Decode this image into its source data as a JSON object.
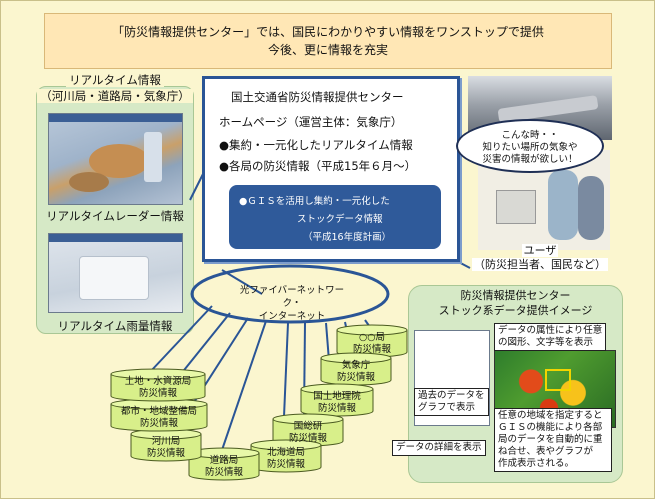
{
  "banner": {
    "line1": "「防災情報提供センター」では、国民にわかりやすい情報をワンストップで提供",
    "line2": "今後、更に情報を充実"
  },
  "realtime": {
    "title1": "リアルタイム情報",
    "title2": "（河川局・道路局・気象庁）",
    "radar_label": "リアルタイムレーダー情報",
    "rain_label": "リアルタイム雨量情報"
  },
  "center": {
    "title": "国土交通省防災情報提供センター",
    "homepage": "ホームページ（運営主体：気象庁）",
    "bullet1": "●集約・一元化したリアルタイム情報",
    "bullet2": "●各局の防災情報（平成15年６月〜）",
    "stock_line1": "●ＧＩＳを活用し集約・一元化した",
    "stock_line2": "ストックデータ情報",
    "stock_line3": "（平成16年度計画）"
  },
  "network": {
    "line1": "光ファイバーネットワーク・",
    "line2": "インターネット"
  },
  "user": {
    "bubble1": "こんな時・・",
    "bubble2": "知りたい場所の気象や",
    "bubble3": "災害の情報が欲しい！",
    "label1": "ユーザ",
    "label2": "（防災担当者、国民など）"
  },
  "stock_panel": {
    "title1": "防災情報提供センター",
    "title2": "ストック系データ提供イメージ",
    "callout_attr1": "データの属性により任意",
    "callout_attr2": "の図形、文字等を表示",
    "callout_graph1": "過去のデータを",
    "callout_graph2": "グラフで表示",
    "callout_detail": "データの詳細を表示",
    "callout_gis1": "任意の地域を指定すると",
    "callout_gis2": "ＧＩＳの機能により各部",
    "callout_gis3": "局のデータを自動的に重",
    "callout_gis4": "ね合せ、表やグラフが",
    "callout_gis5": "作成表示される。"
  },
  "databases": [
    {
      "line1": "○○局",
      "line2": "防災情報"
    },
    {
      "line1": "気象庁",
      "line2": "防災情報"
    },
    {
      "line1": "国土地理院",
      "line2": "防災情報"
    },
    {
      "line1": "国総研",
      "line2": "防災情報"
    },
    {
      "line1": "北海道局",
      "line2": "防災情報"
    },
    {
      "line1": "道路局",
      "line2": "防災情報"
    },
    {
      "line1": "河川局",
      "line2": "防災情報"
    },
    {
      "line1": "都市・地域整備局",
      "line2": "防災情報"
    },
    {
      "line1": "土地・水資源局",
      "line2": "防災情報"
    }
  ],
  "colors": {
    "frame": "#fbf6cf",
    "banner": "#ffe7b5",
    "panel_green": "#d6e9c6",
    "center_border": "#2a5596",
    "stock_box": "#2f5a9a",
    "db_fill": "#d8ef8a",
    "arrow": "#e0308a"
  }
}
